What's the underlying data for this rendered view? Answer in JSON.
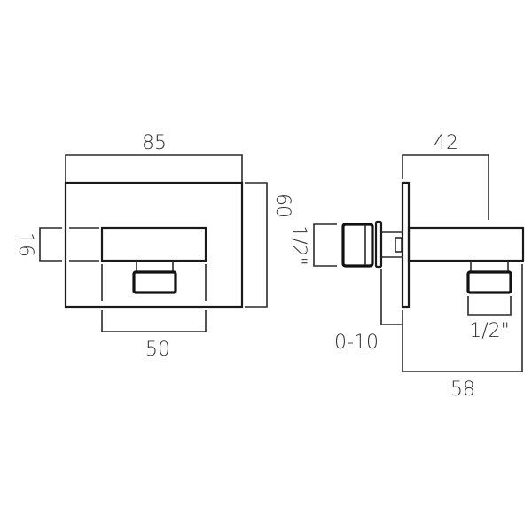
{
  "drawing": {
    "front_view": {
      "width_label": "85",
      "height_label": "60",
      "arm_height_label": "16",
      "arm_width_label": "50"
    },
    "side_view": {
      "projection_label": "42",
      "inlet_thread_label": "1/2\"",
      "wall_adjust_label": "0-10",
      "outlet_thread_label": "1/2\"",
      "overall_depth_label": "58"
    }
  },
  "colors": {
    "line": "#1a1a1a",
    "text": "#333333",
    "background": "#ffffff"
  }
}
